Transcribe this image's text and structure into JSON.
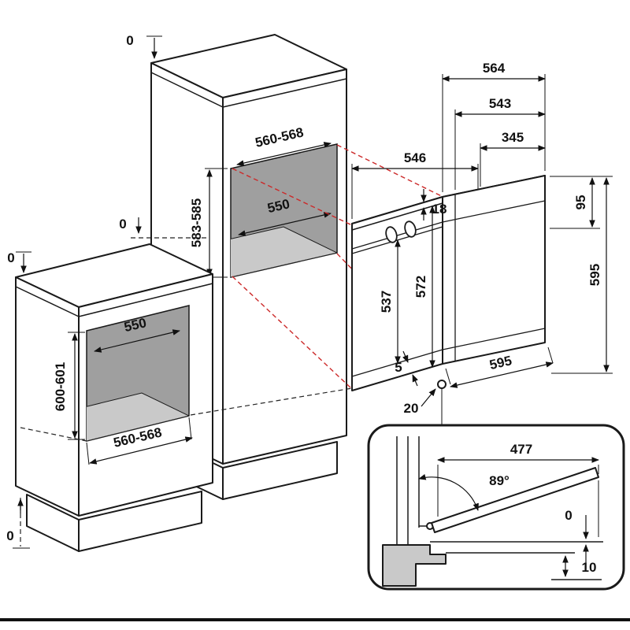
{
  "diagram": {
    "tall_cabinet": {
      "top_clearance": "0",
      "side_clearance": "0",
      "niche_width": "560-568",
      "niche_height": "583-585",
      "niche_depth": "550"
    },
    "base_cabinet": {
      "top_clearance": "0",
      "floor_clearance": "0",
      "niche_depth": "550",
      "niche_height": "600-601",
      "niche_width": "560-568"
    },
    "oven": {
      "depth_total": "564",
      "depth_body": "543",
      "depth_rear_section": "345",
      "min_niche_depth": "546",
      "handle_depth": "18",
      "control_panel_height": "95",
      "height": "595",
      "inner_door_height": "537",
      "front_height": "572",
      "width": "595",
      "bottom_gap": "5",
      "hinge_offset": "20"
    },
    "door_detail": {
      "door_length": "477",
      "opening_angle": "89°",
      "flush_gap": "0",
      "bottom_clearance": "10"
    },
    "colors": {
      "projection_line": "#cc2a2a",
      "outline": "#1a1a1a",
      "niche_back": "#9f9f9f",
      "niche_floor": "#c9c9c9"
    }
  }
}
